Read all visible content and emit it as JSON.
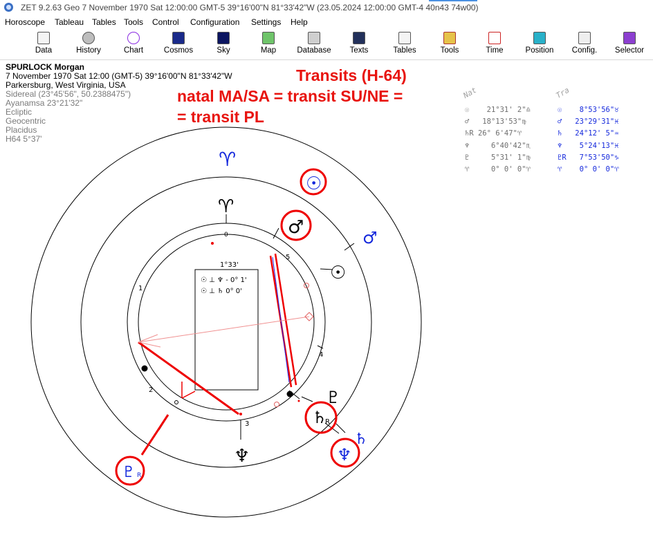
{
  "window": {
    "title": "ZET 9.2.63 Geo    7 November 1970  Sat  12:00:00 GMT-5 39°16'00\"N  81°33'42\"W  (23.05.2024  12:00:00 GMT-4 40n43 74w00)"
  },
  "menu": [
    "Horoscope",
    "Tableau",
    "Tables",
    "Tools",
    "Control",
    "Configuration",
    "Settings",
    "Help"
  ],
  "toolbar": [
    "Data",
    "History",
    "Chart",
    "Cosmos",
    "Sky",
    "Map",
    "Database",
    "Texts",
    "Tables",
    "Tools",
    "Time",
    "Position",
    "Config.",
    "Selector"
  ],
  "info": {
    "name": "SPURLOCK Morgan",
    "line1": "7 November 1970  Sat  12:00 (GMT-5) 39°16'00\"N  81°33'42\"W",
    "line2": "Parkersburg, West Virginia, USA",
    "line3": "Sidereal (23°45'56\", 50.2388475\")",
    "line4": "Ayanamsa 23°21'32\"",
    "line5": "Ecliptic",
    "line6": "Geocentric",
    "line7": "Placidus",
    "line8": "H64   5°37'"
  },
  "annotation": {
    "line1": "Transits (H-64)",
    "line2": "natal MA/SA = transit SU/NE =",
    "line3": "= transit PL"
  },
  "table": {
    "natal_header": "Nat",
    "transit_header": "Tra",
    "rows": [
      {
        "n_sym": "☉",
        "n_val": "21°31' 2\"",
        "n_sign": "♎",
        "t_sym": "☉",
        "t_val": "8°53'56\"",
        "t_sign": "♉"
      },
      {
        "n_sym": "♂",
        "n_val": "18°13'53\"",
        "n_sign": "♍",
        "t_sym": "♂",
        "t_val": "23°29'31\"",
        "t_sign": "♓"
      },
      {
        "n_sym": "♄R",
        "n_val": "26° 6'47\"",
        "n_sign": "♈",
        "t_sym": "♄",
        "t_val": "24°12' 5\"",
        "t_sign": "♒"
      },
      {
        "n_sym": "♆",
        "n_val": "6°40'42\"",
        "n_sign": "♏",
        "t_sym": "♆",
        "t_val": "5°24'13\"",
        "t_sign": "♓"
      },
      {
        "n_sym": "♇",
        "n_val": "5°31' 1\"",
        "n_sign": "♍",
        "t_sym": "♇R",
        "t_val": "7°53'50\"",
        "t_sign": "♑"
      },
      {
        "n_sym": "♈",
        "n_val": "0° 0' 0\"",
        "n_sign": "♈",
        "t_sym": "♈",
        "t_val": "0° 0' 0\"",
        "t_sign": "♈"
      }
    ]
  },
  "wheel": {
    "center_label": "1°33'",
    "aspects": [
      {
        "a": "☉",
        "mid": "♆",
        "value": "- 0° 1'"
      },
      {
        "a": "☉",
        "mid": "♄",
        "value": "0° 0'"
      }
    ],
    "house_numbers": [
      "1",
      "2",
      "3",
      "4",
      "5"
    ],
    "cusp_zero": "0",
    "glyphs": {
      "aries_outer": "♈",
      "aries_inner": "♈",
      "sun_transit": "☉",
      "mars_transit": "♂",
      "mars_natal": "♂",
      "sun_natal": "☉",
      "pluto_natal": "♇",
      "saturn_natal": "♄",
      "saturn_natal_r": "R",
      "saturn_transit": "♄",
      "neptune_transit": "♆",
      "neptune_natal": "♆",
      "pluto_transit": "♇",
      "pluto_transit_r": "R"
    }
  },
  "colors": {
    "annotation": "#e8140f",
    "transit": "#1428dc",
    "natal": "#000000"
  }
}
